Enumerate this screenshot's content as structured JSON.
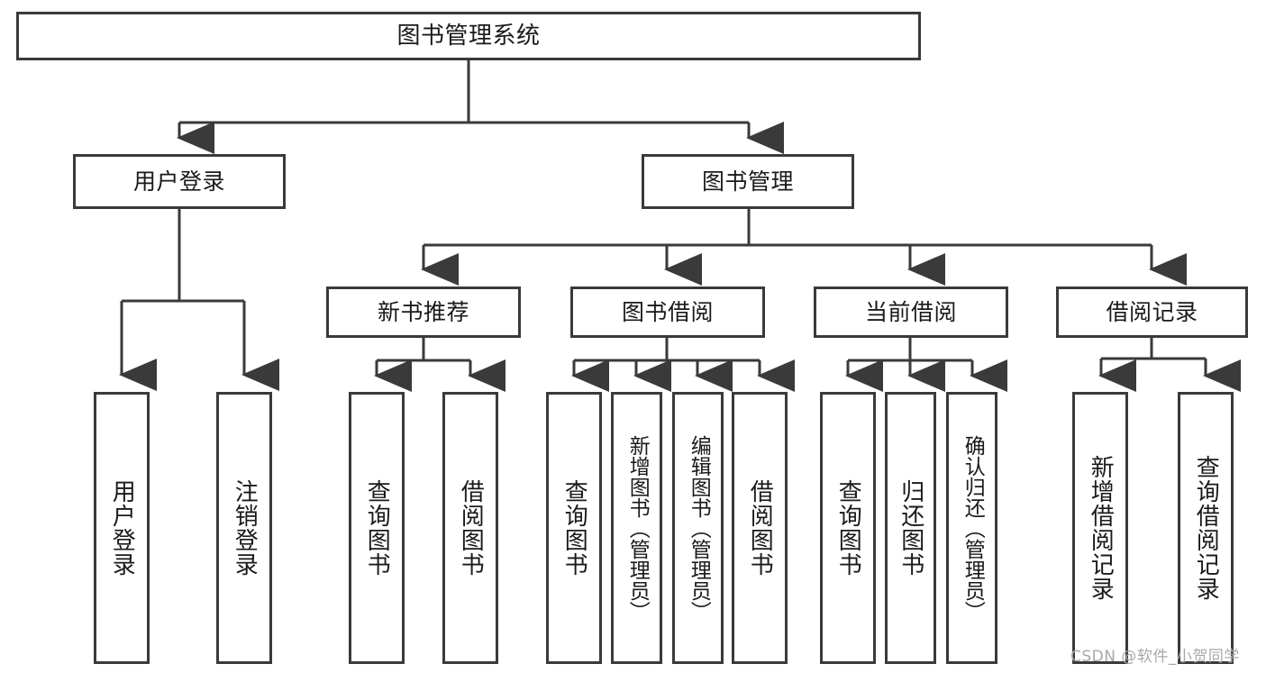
{
  "diagram": {
    "title": "图书管理系统",
    "type": "tree-structure-chart",
    "line_color": "#3a3a3a",
    "box_fill": "#ffffff",
    "text_color": "#1a1a1a"
  },
  "nodes": {
    "root": {
      "label": "图书管理系统"
    },
    "level1": [
      {
        "id": "user-login",
        "label": "用户登录"
      },
      {
        "id": "book-manage",
        "label": "图书管理"
      }
    ],
    "level2": [
      {
        "id": "new-book-recommend",
        "label": "新书推荐"
      },
      {
        "id": "book-borrow",
        "label": "图书借阅"
      },
      {
        "id": "current-borrow",
        "label": "当前借阅"
      },
      {
        "id": "borrow-record",
        "label": "借阅记录"
      }
    ],
    "leaves": {
      "user_login": [
        {
          "id": "leaf-user-login",
          "label": "用户登录"
        },
        {
          "id": "leaf-logout-login",
          "label": "注销登录"
        }
      ],
      "new_book_recommend": [
        {
          "id": "leaf-query-book-1",
          "label": "查询图书"
        },
        {
          "id": "leaf-borrow-book-1",
          "label": "借阅图书"
        }
      ],
      "book_borrow": [
        {
          "id": "leaf-query-book-2",
          "label": "查询图书"
        },
        {
          "id": "leaf-add-book",
          "label": "新增图书（管理员）"
        },
        {
          "id": "leaf-edit-book",
          "label": "编辑图书（管理员）"
        },
        {
          "id": "leaf-borrow-book-2",
          "label": "借阅图书"
        }
      ],
      "current_borrow": [
        {
          "id": "leaf-query-book-3",
          "label": "查询图书"
        },
        {
          "id": "leaf-return-book",
          "label": "归还图书"
        },
        {
          "id": "leaf-confirm-return",
          "label": "确认归还（管理员）"
        }
      ],
      "borrow_record": [
        {
          "id": "leaf-add-record",
          "label": "新增借阅记录"
        },
        {
          "id": "leaf-query-record",
          "label": "查询借阅记录"
        }
      ]
    }
  },
  "watermark": {
    "text": "CSDN @软件_小贺同学"
  }
}
